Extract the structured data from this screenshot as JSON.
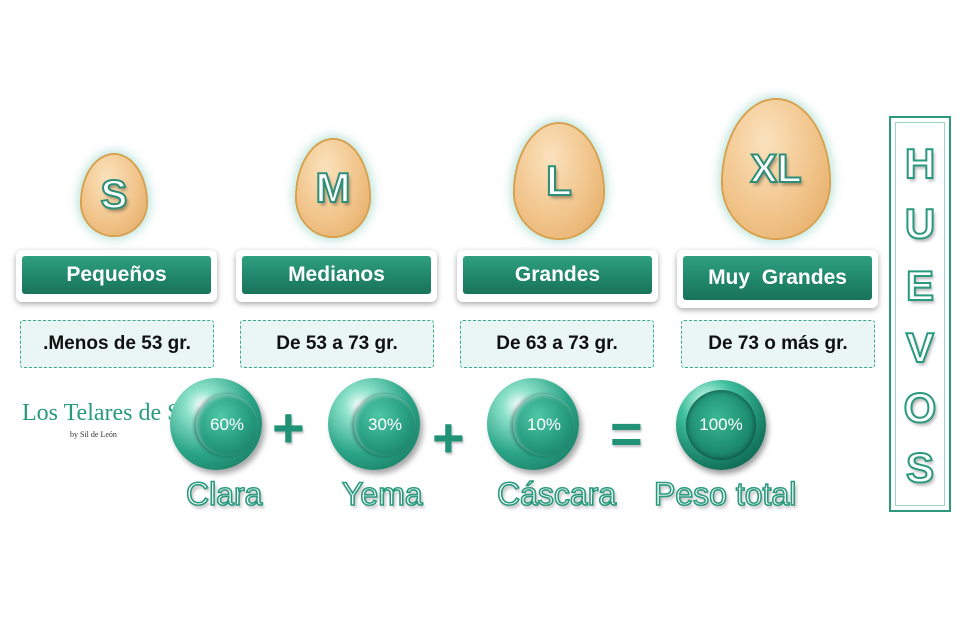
{
  "sizes": [
    {
      "letter": "S",
      "name": "Pequeños",
      "range": ".Menos de 53 gr."
    },
    {
      "letter": "M",
      "name": "Medianos",
      "range": "De 53 a 73 gr."
    },
    {
      "letter": "L",
      "name": "Grandes",
      "range": "De 63 a 73 gr."
    },
    {
      "letter": "XL",
      "name": "Muy  Grandes",
      "range": "De 73 o más gr."
    }
  ],
  "composition": [
    {
      "percent": "60%",
      "label": "Clara"
    },
    {
      "percent": "30%",
      "label": "Yema"
    },
    {
      "percent": "10%",
      "label": "Cáscara"
    }
  ],
  "total": {
    "percent": "100%",
    "label": "Peso total"
  },
  "operators": {
    "plus": "+",
    "equals": "="
  },
  "title_letters": [
    "H",
    "U",
    "E",
    "V",
    "O",
    "S"
  ],
  "brand": {
    "name": "Los Telares de Sil",
    "tagline": "by Sil de León"
  },
  "colors": {
    "accent": "#1f8468",
    "egg": "#f1c48a"
  }
}
